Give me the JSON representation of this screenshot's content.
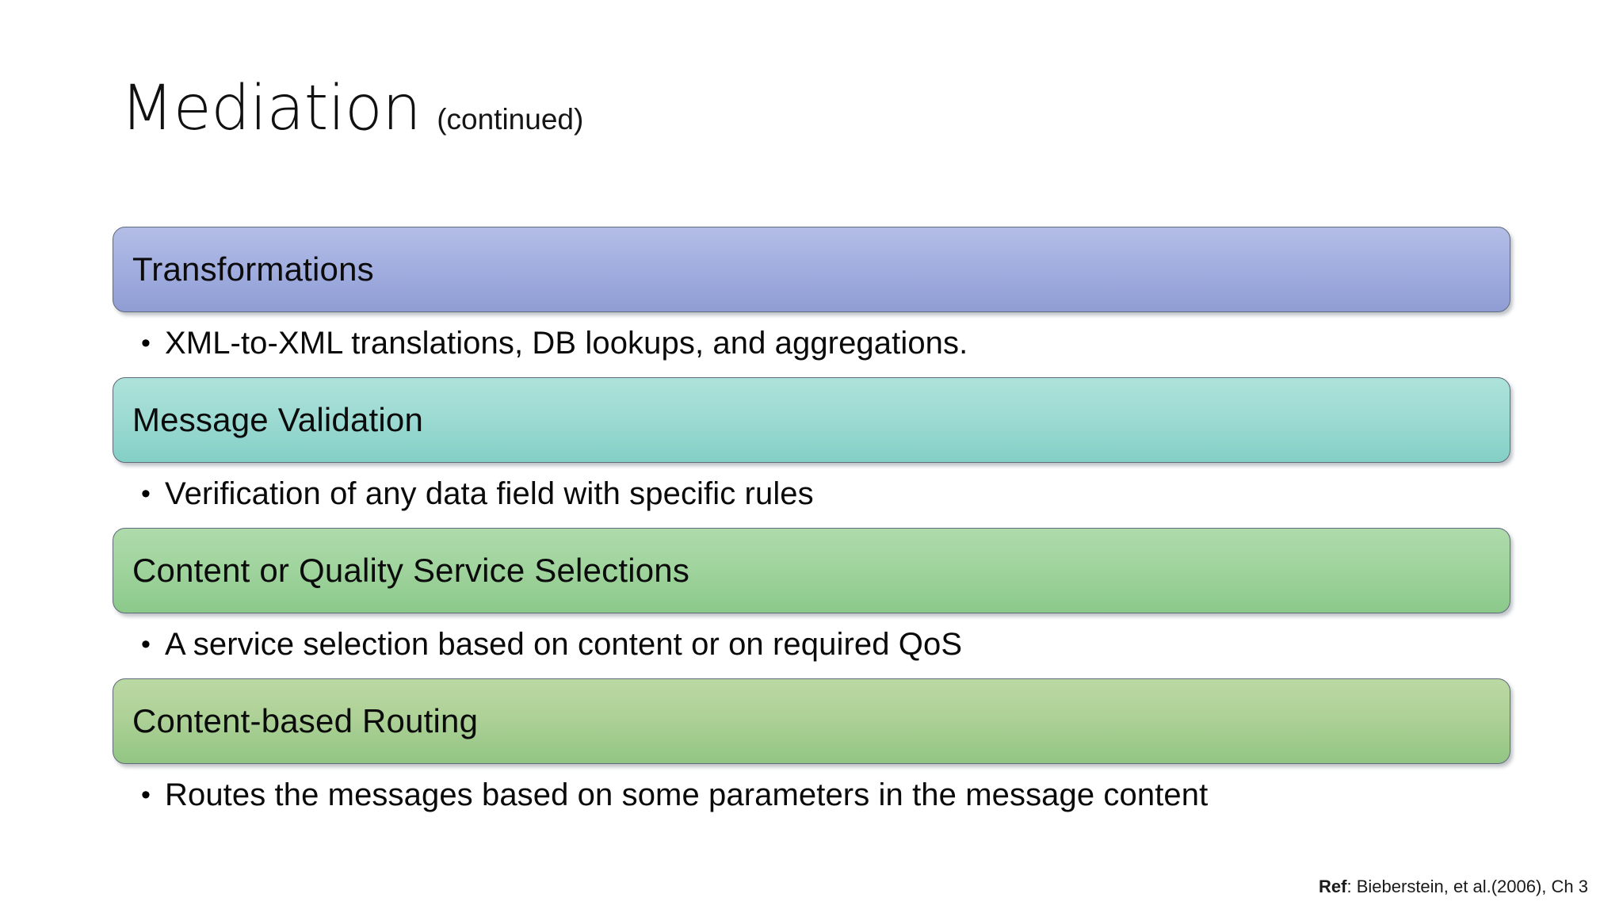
{
  "slide": {
    "title": "Mediation",
    "title_suffix": "(continued)",
    "background_color": "#ffffff"
  },
  "sections": [
    {
      "heading": "Transformations",
      "bullet_marker": "•",
      "bullet": "XML-to-XML translations, DB lookups, and aggregations.",
      "bar_color_top": "#b3bde6",
      "bar_color_bottom": "#8f9dd4"
    },
    {
      "heading": "Message Validation",
      "bullet_marker": "•",
      "bullet": "Verification of any data field with specific rules",
      "bar_color_top": "#ade2da",
      "bar_color_bottom": "#83cfc6"
    },
    {
      "heading": "Content or Quality Service Selections",
      "bullet_marker": "•",
      "bullet": "A service selection based on content or on required QoS",
      "bar_color_top": "#aedbab",
      "bar_color_bottom": "#8bc98a"
    },
    {
      "heading": "Content-based Routing",
      "bullet_marker": "•",
      "bullet": "Routes the messages based on some parameters in the message content",
      "bar_color_top": "#bbd9a3",
      "bar_color_bottom": "#92c583"
    }
  ],
  "footer": {
    "label": "Ref",
    "citation": ": Bieberstein, et al.(2006), Ch 3"
  }
}
